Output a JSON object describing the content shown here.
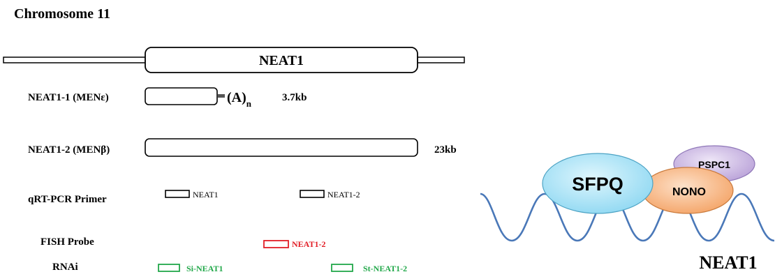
{
  "title": "Chromosome 11",
  "gene": {
    "label": "NEAT1"
  },
  "isoforms": [
    {
      "label": "NEAT1-1 (MENε)",
      "tail_base": "(A)",
      "tail_sub": "n",
      "size": "3.7kb"
    },
    {
      "label": "NEAT1-2 (MENβ)",
      "size": "23kb"
    }
  ],
  "tracks": [
    {
      "label": "qRT-PCR Primer",
      "probes": [
        "NEAT1",
        "NEAT1-2"
      ]
    },
    {
      "label": "FISH Probe",
      "probes": [
        "NEAT1-2"
      ]
    },
    {
      "label": "RNAi",
      "probes": [
        "Si-NEAT1",
        "St-NEAT1-2"
      ]
    }
  ],
  "complex": {
    "proteins": [
      "SFPQ",
      "NONO",
      "PSPC1"
    ],
    "rna_label": "NEAT1"
  },
  "colors": {
    "outline": "#000000",
    "fish": "#e21e26",
    "rnai": "#22a84a",
    "rna_wave": "#4a78b8",
    "sfpq_fill": "#a9e4f6",
    "nono_fill": "#f6b07c",
    "pspc1_fill": "#c6b2df"
  }
}
